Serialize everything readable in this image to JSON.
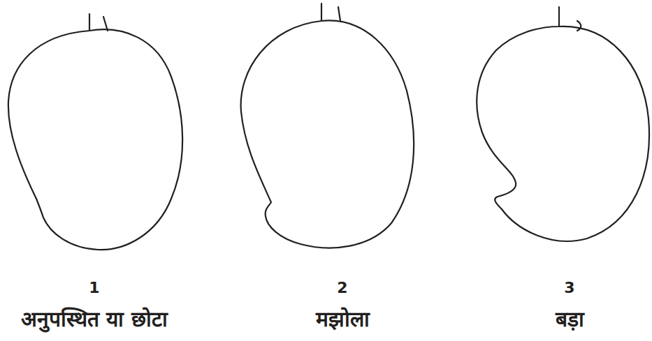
{
  "diagram": {
    "labels": [
      "1",
      "अनुपस्थित या छोटा",
      "2",
      "मझोला",
      "3",
      "बड़ा"
    ]
  }
}
